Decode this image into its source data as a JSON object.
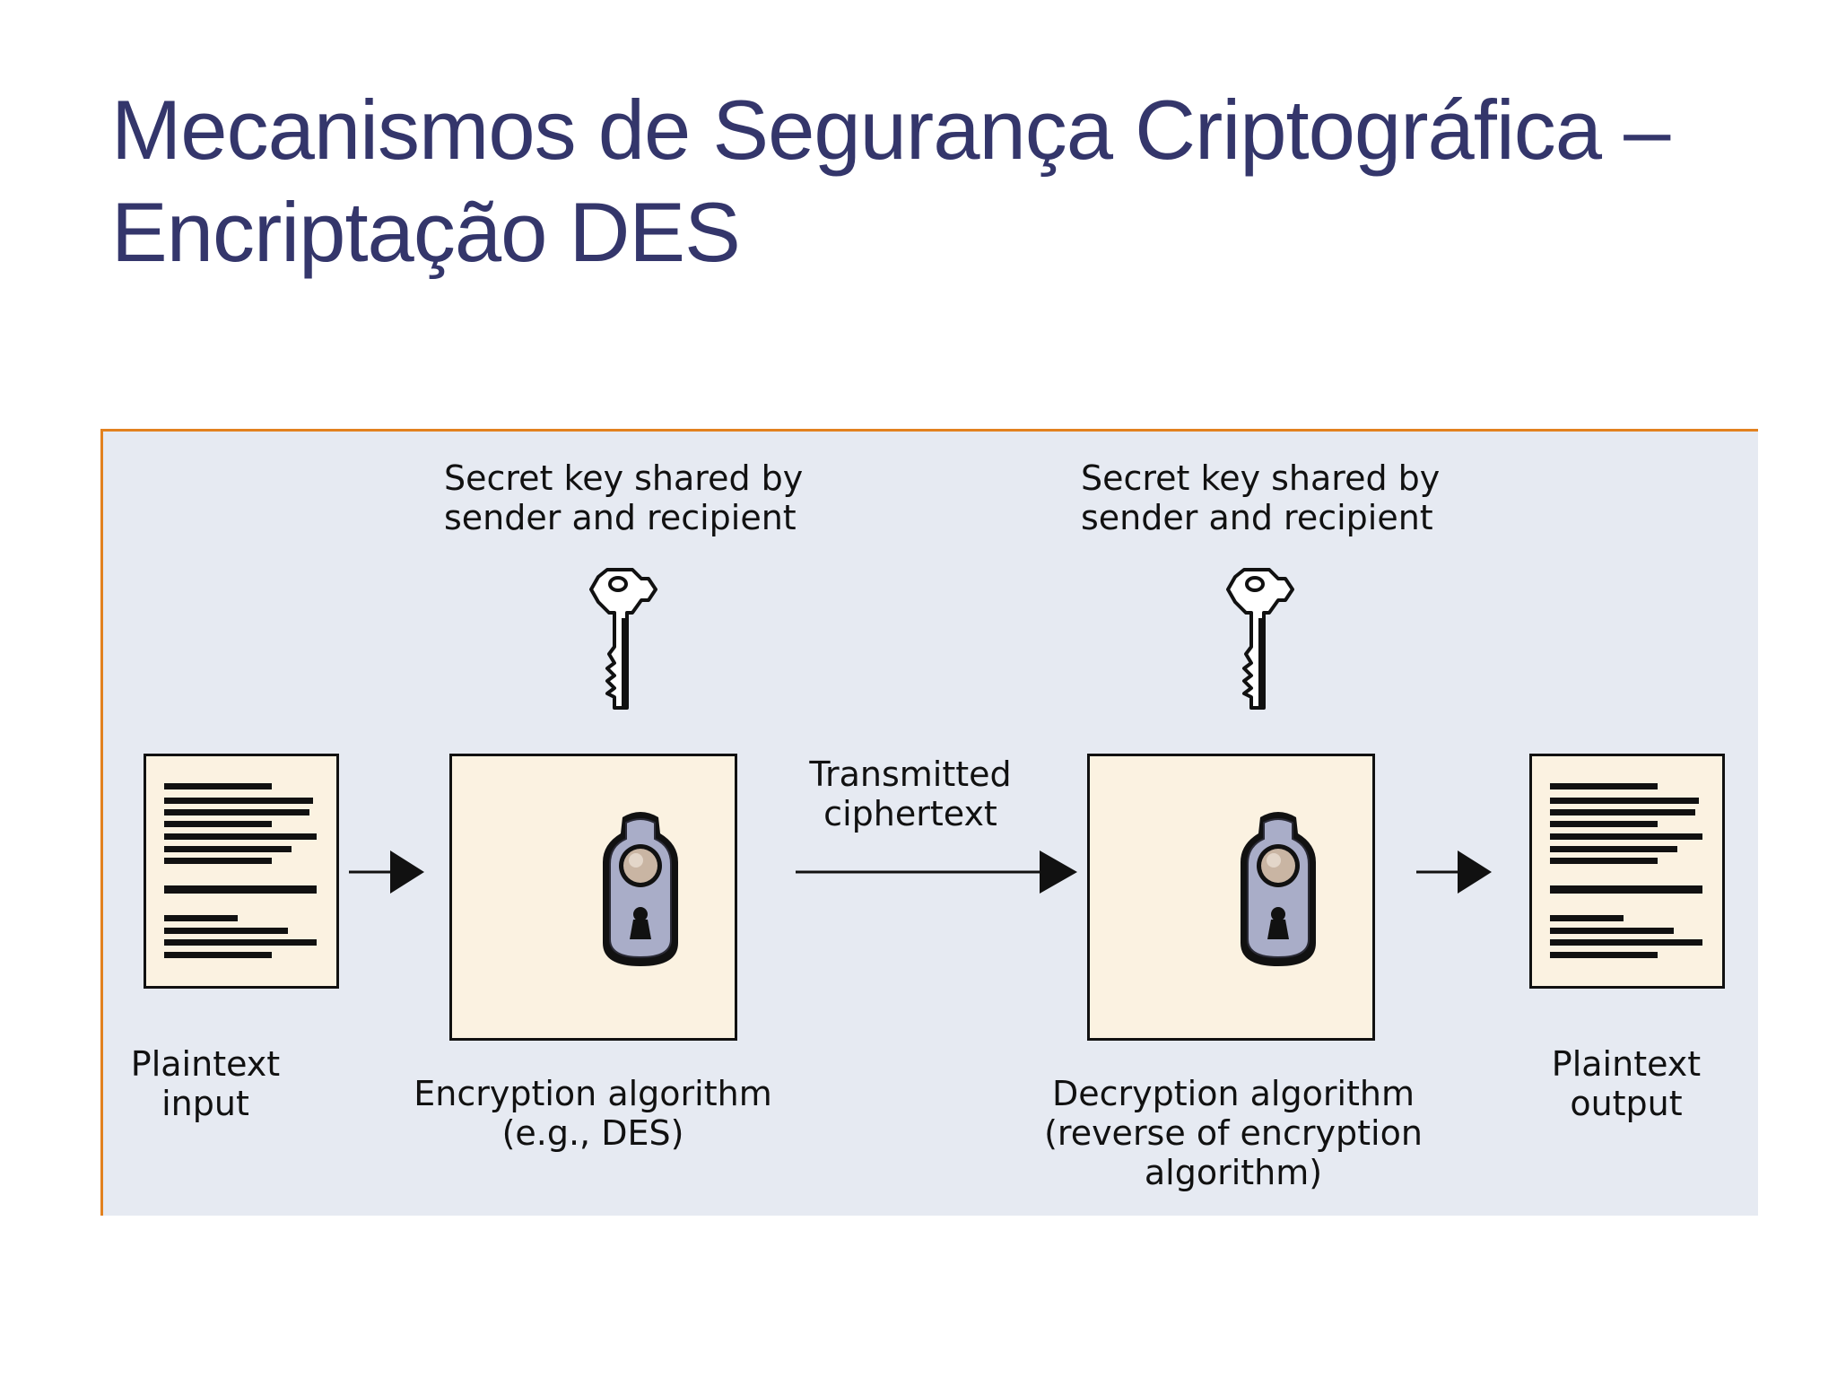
{
  "slide": {
    "title_line1": "Mecanismos de Segurança Criptográfica –",
    "title_line2": "Encriptação DES"
  },
  "diagram": {
    "key_label_left": [
      "Secret key shared by",
      "sender and recipient"
    ],
    "key_label_right": [
      "Secret key shared by",
      "sender and recipient"
    ],
    "transmitted_label": [
      "Transmitted",
      "ciphertext"
    ],
    "plaintext_input_label": [
      "Plaintext",
      "input"
    ],
    "encryption_label": [
      "Encryption algorithm",
      "(e.g., DES)"
    ],
    "decryption_label": [
      "Decryption algorithm",
      "(reverse of encryption",
      "algorithm)"
    ],
    "plaintext_output_label": [
      "Plaintext",
      "output"
    ],
    "icons": {
      "key": "key-icon",
      "lock": "lock-icon",
      "document": "document-icon",
      "arrow": "arrow-right-icon"
    },
    "colors": {
      "title": "#34366b",
      "panel_bg": "#e6eaf2",
      "panel_border": "#e2811f",
      "box_fill": "#fbf2e1"
    }
  }
}
